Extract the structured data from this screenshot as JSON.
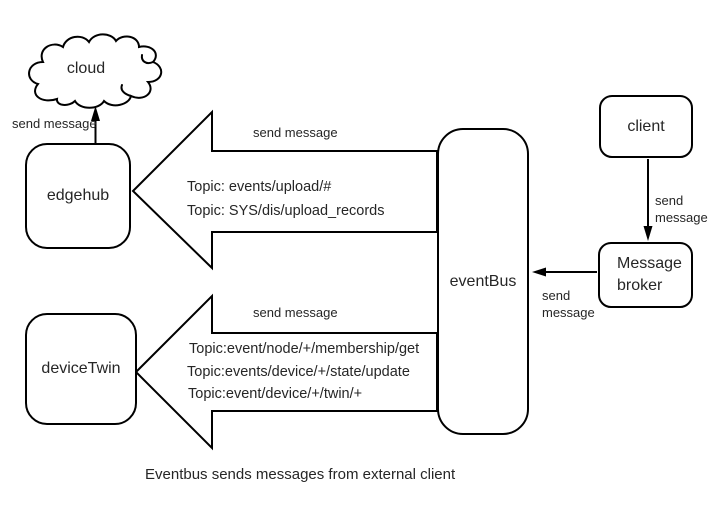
{
  "diagram": {
    "caption": "Eventbus sends messages from external client",
    "colors": {
      "stroke": "#000000",
      "text": "#262626",
      "background": "#ffffff"
    },
    "nodes": {
      "cloud": {
        "label": "cloud"
      },
      "edgehub": {
        "label": "edgehub"
      },
      "devicetwin": {
        "label": "deviceTwin"
      },
      "eventbus": {
        "label": "eventBus"
      },
      "client": {
        "label": "client"
      },
      "broker": {
        "label": "Message broker"
      }
    },
    "edges": {
      "edgehub_to_cloud": {
        "label": "send message"
      },
      "client_to_broker": {
        "label": "send message"
      },
      "broker_to_eventbus": {
        "label": "send message"
      },
      "eventbus_to_edgehub": {
        "label": "send message",
        "topics": [
          "Topic: events/upload/#",
          "Topic: SYS/dis/upload_records"
        ]
      },
      "eventbus_to_devicetwin": {
        "label": "send message",
        "topics": [
          "Topic:event/node/+/membership/get",
          "Topic:events/device/+/state/update",
          "Topic:event/device/+/twin/+"
        ]
      }
    }
  }
}
